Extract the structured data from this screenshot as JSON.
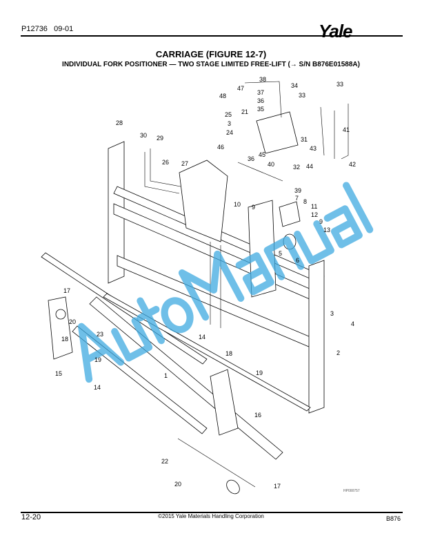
{
  "header": {
    "doc_number": "P12736",
    "date": "09-01",
    "logo": "Yale"
  },
  "title": "CARRIAGE (FIGURE 12-7)",
  "subtitle": "INDIVIDUAL FORK POSITIONER — TWO STAGE LIMITED FREE-LIFT  (→ S/N B876E01588A)",
  "callouts": [
    "38",
    "47",
    "48",
    "37",
    "34",
    "36",
    "33",
    "33",
    "35",
    "21",
    "25",
    "3",
    "24",
    "31",
    "43",
    "41",
    "46",
    "45",
    "36",
    "40",
    "32",
    "44",
    "42",
    "28",
    "30",
    "29",
    "26",
    "27",
    "39",
    "10",
    "9",
    "7",
    "8",
    "11",
    "12",
    "9",
    "13",
    "5",
    "6",
    "17",
    "3",
    "4",
    "2",
    "20",
    "23",
    "14",
    "18",
    "19",
    "18",
    "19",
    "15",
    "1",
    "14",
    "16",
    "22",
    "20",
    "17"
  ],
  "figure_id": "HP000757",
  "watermark": "AutoManual",
  "footer": {
    "page": "12-20",
    "copyright": "©2015 Yale Materials Handling Corporation",
    "model": "B876"
  }
}
